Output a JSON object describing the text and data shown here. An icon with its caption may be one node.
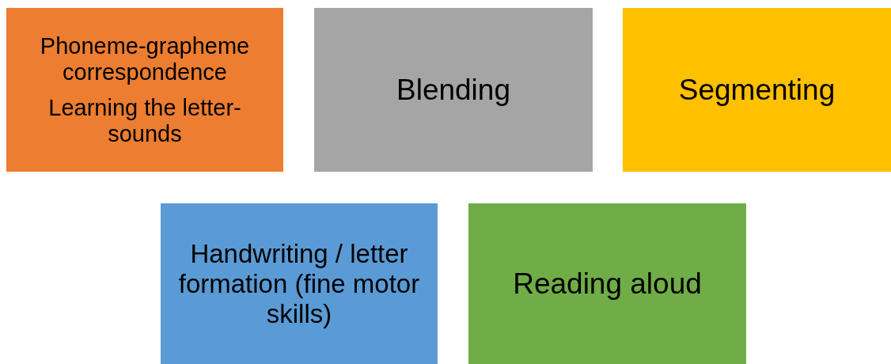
{
  "diagram": {
    "nodes": [
      {
        "text": [
          "Phoneme-grapheme correspondence",
          "Learning the letter-sounds"
        ]
      },
      {
        "text": [
          "Blending"
        ]
      },
      {
        "text": [
          "Segmenting"
        ]
      },
      {
        "text": [
          "Handwriting / letter formation (fine motor skills)"
        ]
      },
      {
        "text": [
          "Reading aloud"
        ]
      }
    ]
  }
}
